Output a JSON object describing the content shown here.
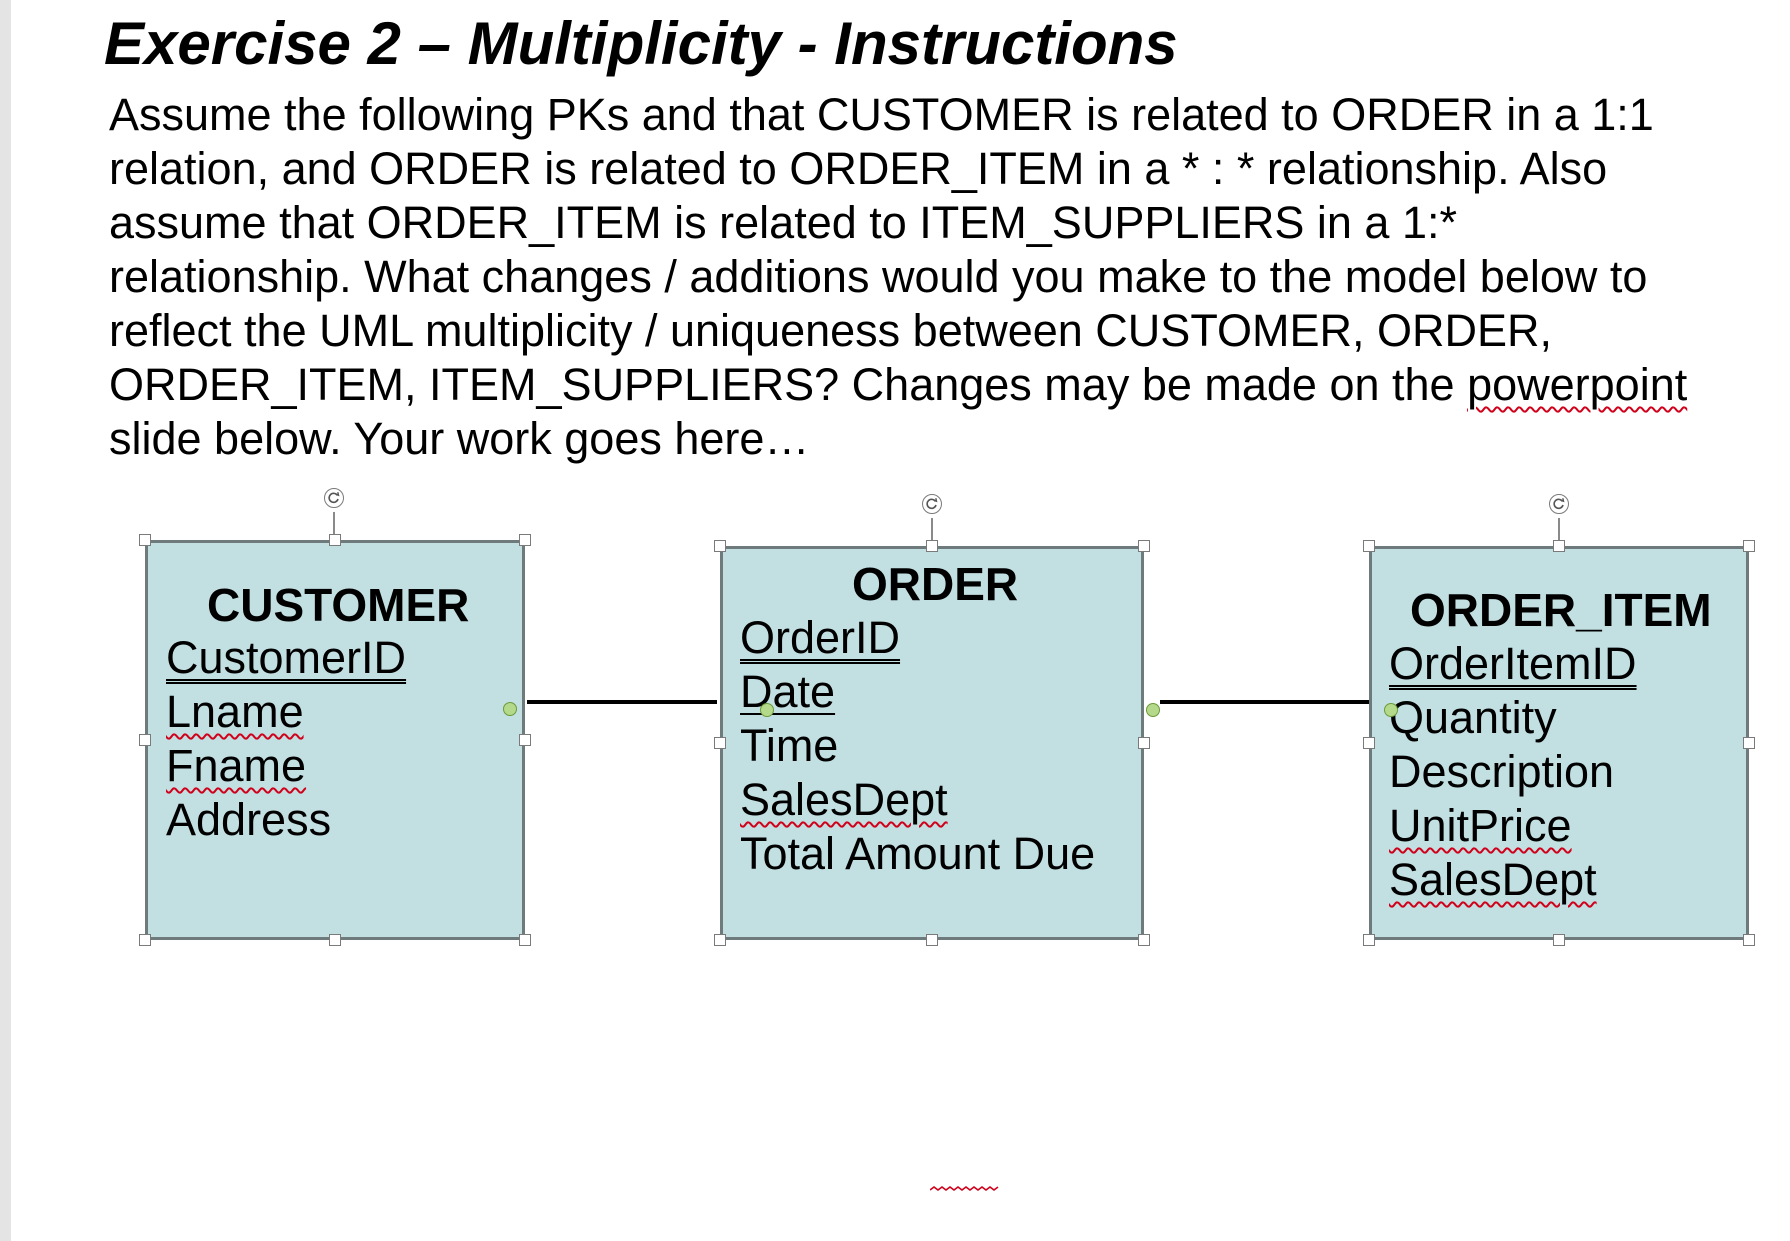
{
  "title": "Exercise 2 – Multiplicity - Instructions",
  "instructions": {
    "line1": "Assume the following PKs and that CUSTOMER is related to ORDER in a 1:1",
    "line2": "relation, and ORDER is related to ORDER_ITEM in a * : * relationship. Also",
    "line3": "assume that ORDER_ITEM is related to ITEM_SUPPLIERS in a 1:*",
    "line4": "relationship. What changes / additions would you make to the model below to",
    "line5": "reflect the UML multiplicity / uniqueness between CUSTOMER, ORDER,",
    "line6_before": "ORDER_ITEM, ITEM_SUPPLIERS?  Changes may be made on the ",
    "line6_word": "powerpoint",
    "line7": "slide below. Your work goes here…"
  },
  "entities": {
    "customer": {
      "name": "CUSTOMER",
      "attributes": [
        "CustomerID",
        "Lname",
        "Fname",
        "Address"
      ]
    },
    "order": {
      "name": "ORDER",
      "attributes": [
        "OrderID",
        "Date",
        "Time",
        "SalesDept",
        "Total Amount Due"
      ]
    },
    "order_item": {
      "name": "ORDER_ITEM",
      "attributes": [
        "OrderItemID",
        "Quantity",
        "Description",
        "UnitPrice",
        "SalesDept"
      ]
    }
  },
  "colors": {
    "entity_fill": "#c2dfe2",
    "entity_border": "#6f7a7c",
    "connector_dot": "#b5d98a",
    "spellcheck": "#d0021b"
  }
}
